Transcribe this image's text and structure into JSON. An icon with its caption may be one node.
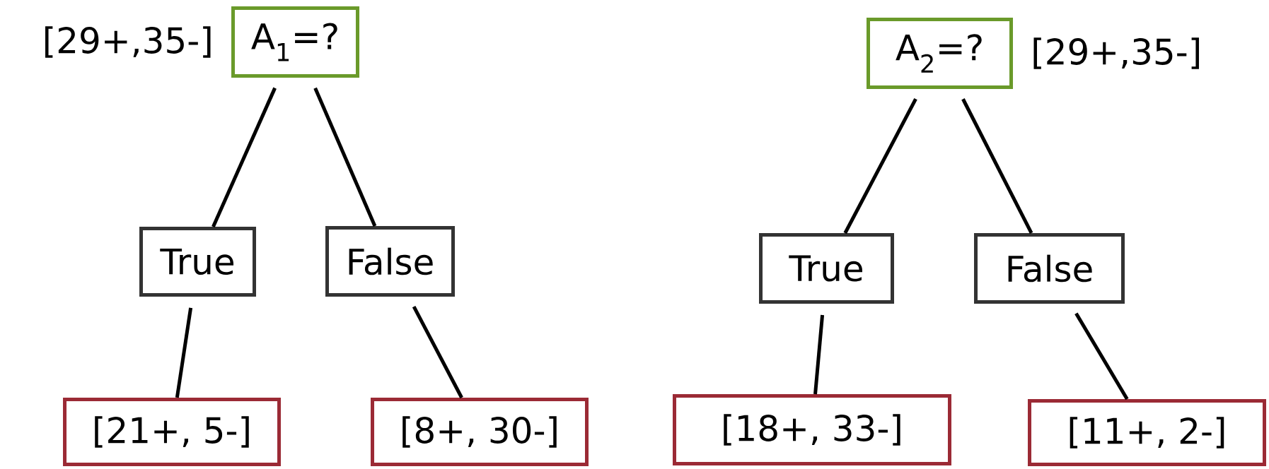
{
  "diagram": {
    "nodes": [
      {
        "text": [
          "A$_{1}$=?"
        ],
        "beside": [
          "[29+,35-]"
        ]
      },
      {
        "text": [
          "True"
        ]
      },
      {
        "text": [
          "False"
        ]
      },
      {
        "text": [
          "[21+, 5-]"
        ]
      },
      {
        "text": [
          "[8+, 30-]"
        ]
      },
      {
        "text": [
          "A$_{2}$=?"
        ],
        "beside": [
          "[29+,35-]"
        ]
      },
      {
        "text": [
          "True"
        ]
      },
      {
        "text": [
          "False"
        ]
      },
      {
        "text": [
          "[18+, 33-]"
        ]
      },
      {
        "text": [
          "[11+, 2-]"
        ]
      }
    ],
    "edges": [
      {
        "from": 0,
        "to": 1,
        "arrow": "none"
      },
      {
        "from": 0,
        "to": 2,
        "arrow": "none"
      },
      {
        "from": 1,
        "to": 3,
        "arrow": "none"
      },
      {
        "from": 2,
        "to": 4,
        "arrow": "none"
      },
      {
        "from": 5,
        "to": 6,
        "arrow": "none"
      },
      {
        "from": 5,
        "to": 7,
        "arrow": "none"
      },
      {
        "from": 6,
        "to": 8,
        "arrow": "none"
      },
      {
        "from": 7,
        "to": 9,
        "arrow": "none"
      }
    ]
  }
}
